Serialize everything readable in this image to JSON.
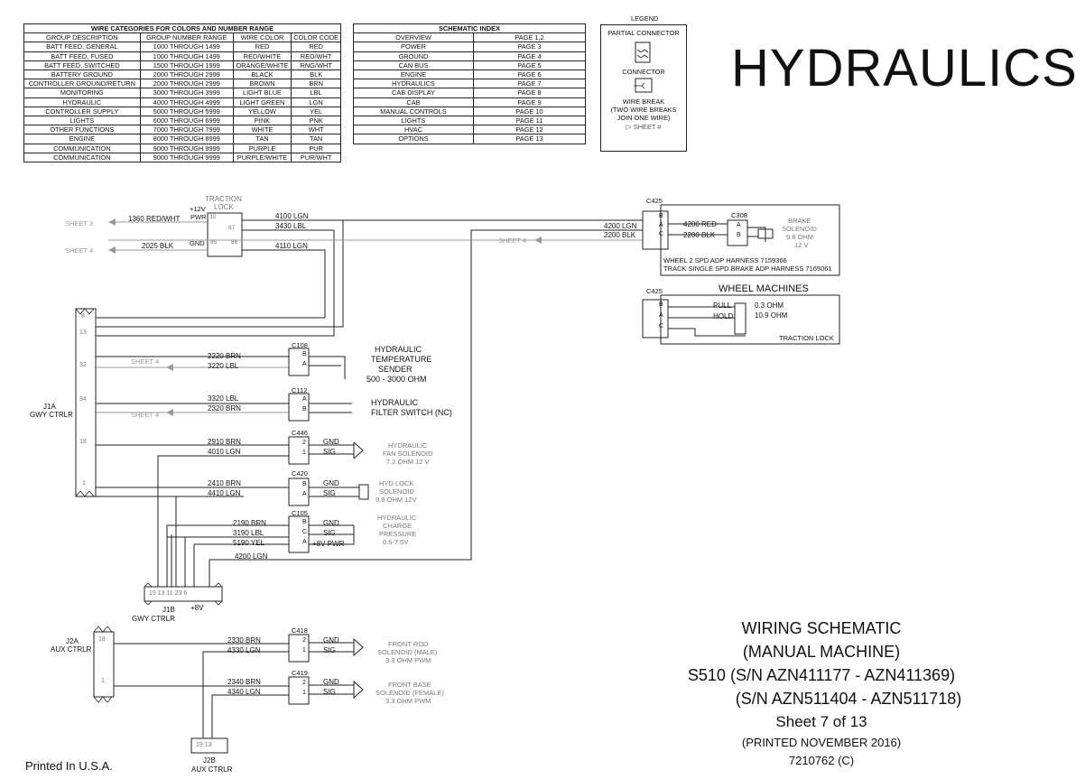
{
  "wire_table": {
    "title": "WIRE CATEGORIES FOR COLORS AND NUMBER RANGE",
    "headers": [
      "GROUP DESCRIPTION",
      "GROUP NUMBER RANGE",
      "WIRE COLOR",
      "COLOR CODE"
    ],
    "rows": [
      [
        "BATT FEED, GENERAL",
        "1000 THROUGH 1499",
        "RED",
        "RED"
      ],
      [
        "BATT FEED, FUSED",
        "1000 THROUGH 1499",
        "RED/WHITE",
        "RED/WHT"
      ],
      [
        "BATT FEED, SWITCHED",
        "1500 THROUGH 1999",
        "ORANGE/WHITE",
        "RNG/WHT"
      ],
      [
        "BATTERY GROUND",
        "2000 THROUGH 2999",
        "BLACK",
        "BLK"
      ],
      [
        "CONTROLLER GROUND/RETURN",
        "2000 THROUGH 2999",
        "BROWN",
        "BRN"
      ],
      [
        "MONITORING",
        "3000 THROUGH 3999",
        "LIGHT BLUE",
        "LBL"
      ],
      [
        "HYDRAULIC",
        "4000 THROUGH 4999",
        "LIGHT GREEN",
        "LGN"
      ],
      [
        "CONTROLLER SUPPLY",
        "5000 THROUGH 5999",
        "YELLOW",
        "YEL"
      ],
      [
        "LIGHTS",
        "6000 THROUGH 6999",
        "PINK",
        "PNK"
      ],
      [
        "OTHER FUNCTIONS",
        "7000 THROUGH 7999",
        "WHITE",
        "WHT"
      ],
      [
        "ENGINE",
        "8000 THROUGH 8999",
        "TAN",
        "TAN"
      ],
      [
        "COMMUNICATION",
        "9000 THROUGH 9999",
        "PURPLE",
        "PUR"
      ],
      [
        "COMMUNICATION",
        "9000 THROUGH 9999",
        "PURPLE/WHITE",
        "PUR/WHT"
      ]
    ]
  },
  "schematic_index": {
    "title": "SCHEMATIC INDEX",
    "rows": [
      [
        "OVERVIEW",
        "PAGE 1,2"
      ],
      [
        "POWER",
        "PAGE 3"
      ],
      [
        "GROUND",
        "PAGE 4"
      ],
      [
        "CAN BUS",
        "PAGE 5"
      ],
      [
        "ENGINE",
        "PAGE 6"
      ],
      [
        "HYDRAULICS",
        "PAGE 7"
      ],
      [
        "CAB DISPLAY",
        "PAGE 8"
      ],
      [
        "CAB",
        "PAGE 9"
      ],
      [
        "MANUAL CONTROLS",
        "PAGE 10"
      ],
      [
        "LIGHTS",
        "PAGE 11"
      ],
      [
        "HVAC",
        "PAGE 12"
      ],
      [
        "OPTIONS",
        "PAGE 13"
      ]
    ]
  },
  "legend": {
    "title": "LEGEND",
    "partial_connector": "PARTIAL CONNECTOR",
    "connector": "CONNECTOR",
    "wire_break_1": "WIRE BREAK",
    "wire_break_2": "(TWO WIRE BREAKS",
    "wire_break_3": "JOIN ONE WIRE)",
    "sheet": "SHEET #"
  },
  "big_title": "HYDRAULICS",
  "title_block": {
    "line1": "WIRING SCHEMATIC",
    "line2": "(MANUAL MACHINE)",
    "line3": "S510 (S/N AZN411177 - AZN411369)",
    "line4": "(S/N AZN511404 - AZN511718)",
    "line5": "Sheet 7 of 13",
    "line6": "(PRINTED NOVEMBER 2016)",
    "line7": "7210762 (C)"
  },
  "printed": "Printed In U.S.A.",
  "colors": {
    "line": "#222222",
    "gray": "#9a9a9a"
  },
  "diagram": {
    "traction_lock_relay": {
      "label1": "TRACTION",
      "label2": "LOCK",
      "pwr1": "+12V",
      "pwr2": "PWR",
      "gnd": "GND",
      "pins": [
        "30",
        "87",
        "85",
        "86"
      ]
    },
    "sheet3": "SHEET 3",
    "sheet4": "SHEET 4",
    "wires": {
      "w1360": "1360 RED/WHT",
      "w2025": "2025 BLK",
      "w4100": "4100 LGN",
      "w3430": "3430 LBL",
      "w4110": "4110 LGN",
      "w4200": "4200 LGN",
      "w2200": "2200 BLK",
      "w4200r": "4200 RED",
      "w2200b": "2200 BLK",
      "w2220": "2220 BRN",
      "w3220": "3220 LBL",
      "w3320": "3320 LBL",
      "w2320": "2320 BRN",
      "w2910": "2910 BRN",
      "w4010": "4010 LGN",
      "w2410": "2410 BRN",
      "w4410": "4410 LGN",
      "w2190": "2190 BRN",
      "w3190": "3190 LBL",
      "w5190": "5190 YEL",
      "w4200b": "4200 LGN",
      "w2330": "2330 BRN",
      "w4330": "4330 LGN",
      "w2340": "2340 BRN",
      "w4340": "4340 LGN"
    },
    "c425": "C425",
    "c308": "C308",
    "brake1": "BRAKE",
    "brake2": "SOLENOID",
    "brake3": "9.8 OHM",
    "brake4": "12 V",
    "harness1": "WHEEL 2 SPD ADP HARNESS 7159366",
    "harness2": "TRACK SINGLE SPD BRAKE ADP HARNESS 7165061",
    "wheel_machines": "WHEEL MACHINES",
    "pull": "PULL",
    "hold": "HOLD",
    "ohm03": "0.3 OHM",
    "ohm109": "10.9 OHM",
    "traction_lock": "TRACTION LOCK",
    "j1a1": "J1A",
    "j1a2": "GWY CTRLR",
    "j1a_pins": [
      "8",
      "13",
      "32",
      "34",
      "18",
      "1"
    ],
    "c108": "C108",
    "c112": "C112",
    "c446": "C446",
    "c420": "C420",
    "c105": "C105",
    "c418": "C418",
    "c419": "C419",
    "pin_b": "B",
    "pin_a": "A",
    "pin_c": "C",
    "pin_1": "1",
    "pin_2": "2",
    "temp1": "HYDRAULIC",
    "temp2": "TEMPERATURE",
    "temp3": "SENDER",
    "temp4": "500 - 3000 OHM",
    "filt1": "HYDRAULIC",
    "filt2": "FILTER SWITCH (NC)",
    "gnd": "GND",
    "sig": "SIG",
    "pwr8": "+8V PWR",
    "fan1": "HYDRAULIC",
    "fan2": "FAN SOLENOID",
    "fan3": "7.2 OHM 12 V",
    "lock1": "HYD LOCK",
    "lock2": "SOLENOID",
    "lock3": "9.8 OHM 12V",
    "chg1": "HYDRAULIC",
    "chg2": "CHARGE",
    "chg3": "PRESSURE",
    "chg4": "0.5-7.5V",
    "j1b_pins": "19 13 11 23 6",
    "j1b1": "J1B",
    "j1b2": "GWY CTRLR",
    "j1b3": "+8V",
    "j2a1": "J2A",
    "j2a2": "AUX CTRLR",
    "j2a_pins": [
      "18",
      "1"
    ],
    "rod1": "FRONT ROD",
    "rod2": "SOLENOID (MALE)",
    "rod3": "3.3 OHM PWM",
    "base1": "FRONT BASE",
    "base2": "SOLENOID (FEMALE)",
    "base3": "3.3 OHM PWM",
    "j2b_pins": "19 13",
    "j2b1": "J2B",
    "j2b2": "AUX CTRLR"
  }
}
